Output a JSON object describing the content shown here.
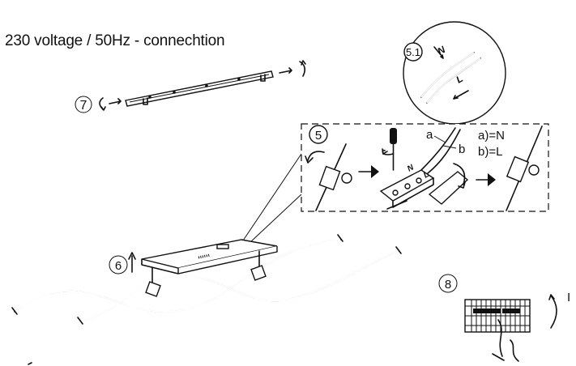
{
  "title": "230 voltage / 50Hz - connechtion",
  "steps": {
    "s7": "7",
    "s6": "6",
    "s5": "5",
    "s51": "5.1",
    "s8": "8"
  },
  "wires": {
    "a": "a",
    "b": "b",
    "a_eq": "a)=N",
    "b_eq": "b)=L",
    "n": "N",
    "l": "L"
  },
  "terminal_mark": "I"
}
